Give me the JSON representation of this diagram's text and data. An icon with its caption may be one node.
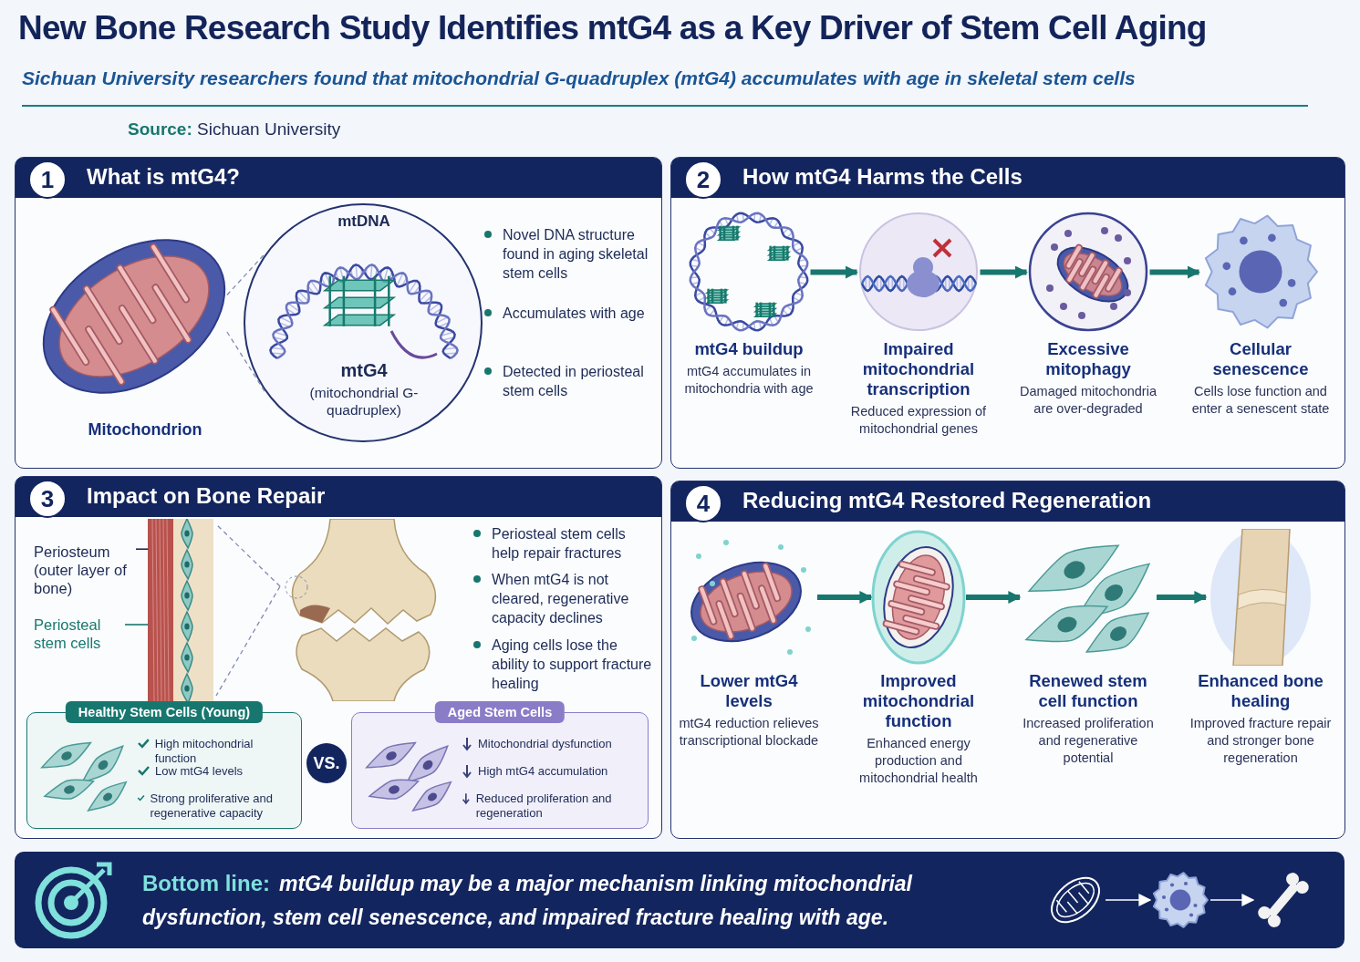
{
  "diagram": {
    "title": "New Bone Research Study Identifies mtG4 as a Key Driver of Stem Cell Aging",
    "nodes": [
      {
        "text": [
          "1",
          "What is mtG4?"
        ]
      },
      {
        "text": [
          "Mitochondrion"
        ],
        "in": 0
      },
      {
        "text": [
          "mtDNA",
          "mtG4",
          "(mitochondrial G-quadruplex)"
        ],
        "in": 0
      },
      {
        "text": [
          "2",
          "How mtG4 Harms the Cells"
        ]
      },
      {
        "text": [
          "mtG4 buildup",
          "mtG4 accumulates in mitochondria with age"
        ],
        "in": 3
      },
      {
        "text": [
          "Impaired mitochondrial transcription",
          "Reduced expression of mitochondrial genes"
        ],
        "in": 3
      },
      {
        "text": [
          "Excessive mitophagy",
          "Damaged mitochondria are over-degraded"
        ],
        "in": 3
      },
      {
        "text": [
          "Cellular senescence",
          "Cells lose function and enter a senescent state"
        ],
        "in": 3
      },
      {
        "text": [
          "3",
          "Impact on Bone Repair"
        ]
      },
      {
        "text": [
          "Periosteum (outer layer of bone)"
        ],
        "in": 8
      },
      {
        "text": [],
        "shape": "picture",
        "in": 8
      },
      {
        "text": [
          "Periosteal stem cells"
        ],
        "in": 8
      },
      {
        "text": [],
        "shape": "picture",
        "in": 8
      },
      {
        "text": [
          "Healthy Stem Cells (Young)",
          "High mitochondrial function",
          "Low mtG4 levels",
          "Strong proliferative and regenerative capacity"
        ],
        "in": 8
      },
      {
        "text": [
          "Aged Stem Cells",
          "Mitochondrial dysfunction",
          "High mtG4 accumulation",
          "Reduced proliferation and regeneration"
        ],
        "in": 8
      },
      {
        "text": [
          "4",
          "Reducing mtG4 Restored Regeneration"
        ]
      },
      {
        "text": [
          "Lower mtG4 levels",
          "mtG4 reduction relieves transcriptional blockade"
        ],
        "in": 15
      },
      {
        "text": [
          "Improved mitochondrial function",
          "Enhanced energy production and mitochondrial health"
        ],
        "in": 15
      },
      {
        "text": [
          "Renewed stem cell function",
          "Increased proliferation and regenerative potential"
        ],
        "in": 15
      },
      {
        "text": [
          "Enhanced bone healing",
          "Improved fracture repair and stronger bone regeneration"
        ],
        "in": 15
      },
      {
        "text": [
          "Bottom line:",
          "mtG4 buildup may be a major mechanism linking mitochondrial dysfunction, stem cell senescence, and impaired fracture healing with age."
        ]
      },
      {
        "text": [],
        "shape": "picture",
        "in": 20
      },
      {
        "text": [],
        "shape": "picture",
        "in": 20
      },
      {
        "text": [],
        "shape": "picture",
        "in": 20
      }
    ],
    "edges": [
      {
        "from": 1,
        "to": 2,
        "arrow": "none",
        "style": "dashed",
        "color": "#7f8ab5"
      },
      {
        "from": 1,
        "to": 2,
        "arrow": "none",
        "style": "dashed",
        "color": "#7f8ab5"
      },
      {
        "from": 4,
        "to": 5,
        "arrow": "to",
        "style": "thick"
      },
      {
        "from": 5,
        "to": 6,
        "arrow": "to",
        "style": "thick"
      },
      {
        "from": 6,
        "to": 7,
        "arrow": "to",
        "style": "thick"
      },
      {
        "from": 9,
        "to": 10,
        "arrow": "none",
        "color": "#1c2a55"
      },
      {
        "from": 11,
        "to": 10,
        "arrow": "none"
      },
      {
        "from": 12,
        "to": 10,
        "arrow": "none",
        "style": "dashed",
        "color": "#7f8ab5"
      },
      {
        "from": 12,
        "to": 10,
        "arrow": "none",
        "style": "dashed",
        "color": "#7f8ab5"
      },
      {
        "from": 16,
        "to": 17,
        "arrow": "to",
        "style": "thick"
      },
      {
        "from": 17,
        "to": 18,
        "arrow": "to",
        "style": "thick"
      },
      {
        "from": 18,
        "to": 19,
        "arrow": "to",
        "style": "thick"
      },
      {
        "from": 21,
        "to": 22,
        "arrow": "to",
        "color": "#ffffff"
      },
      {
        "from": 22,
        "to": 23,
        "arrow": "to",
        "color": "#ffffff"
      }
    ],
    "labels": [
      "Sichuan University researchers found that mitochondrial G-quadruplex (mtG4) accumulates with age in skeletal stem cells",
      "**Source:** Sichuan University",
      "Novel DNA structure found in aging skeletal stem cells",
      "Accumulates with age",
      "Detected in periosteal stem cells",
      "Periosteal stem cells help repair fractures",
      "When mtG4 is not cleared, regenerative capacity declines",
      "Aging cells lose the ability to support fracture healing",
      "VS."
    ]
  }
}
